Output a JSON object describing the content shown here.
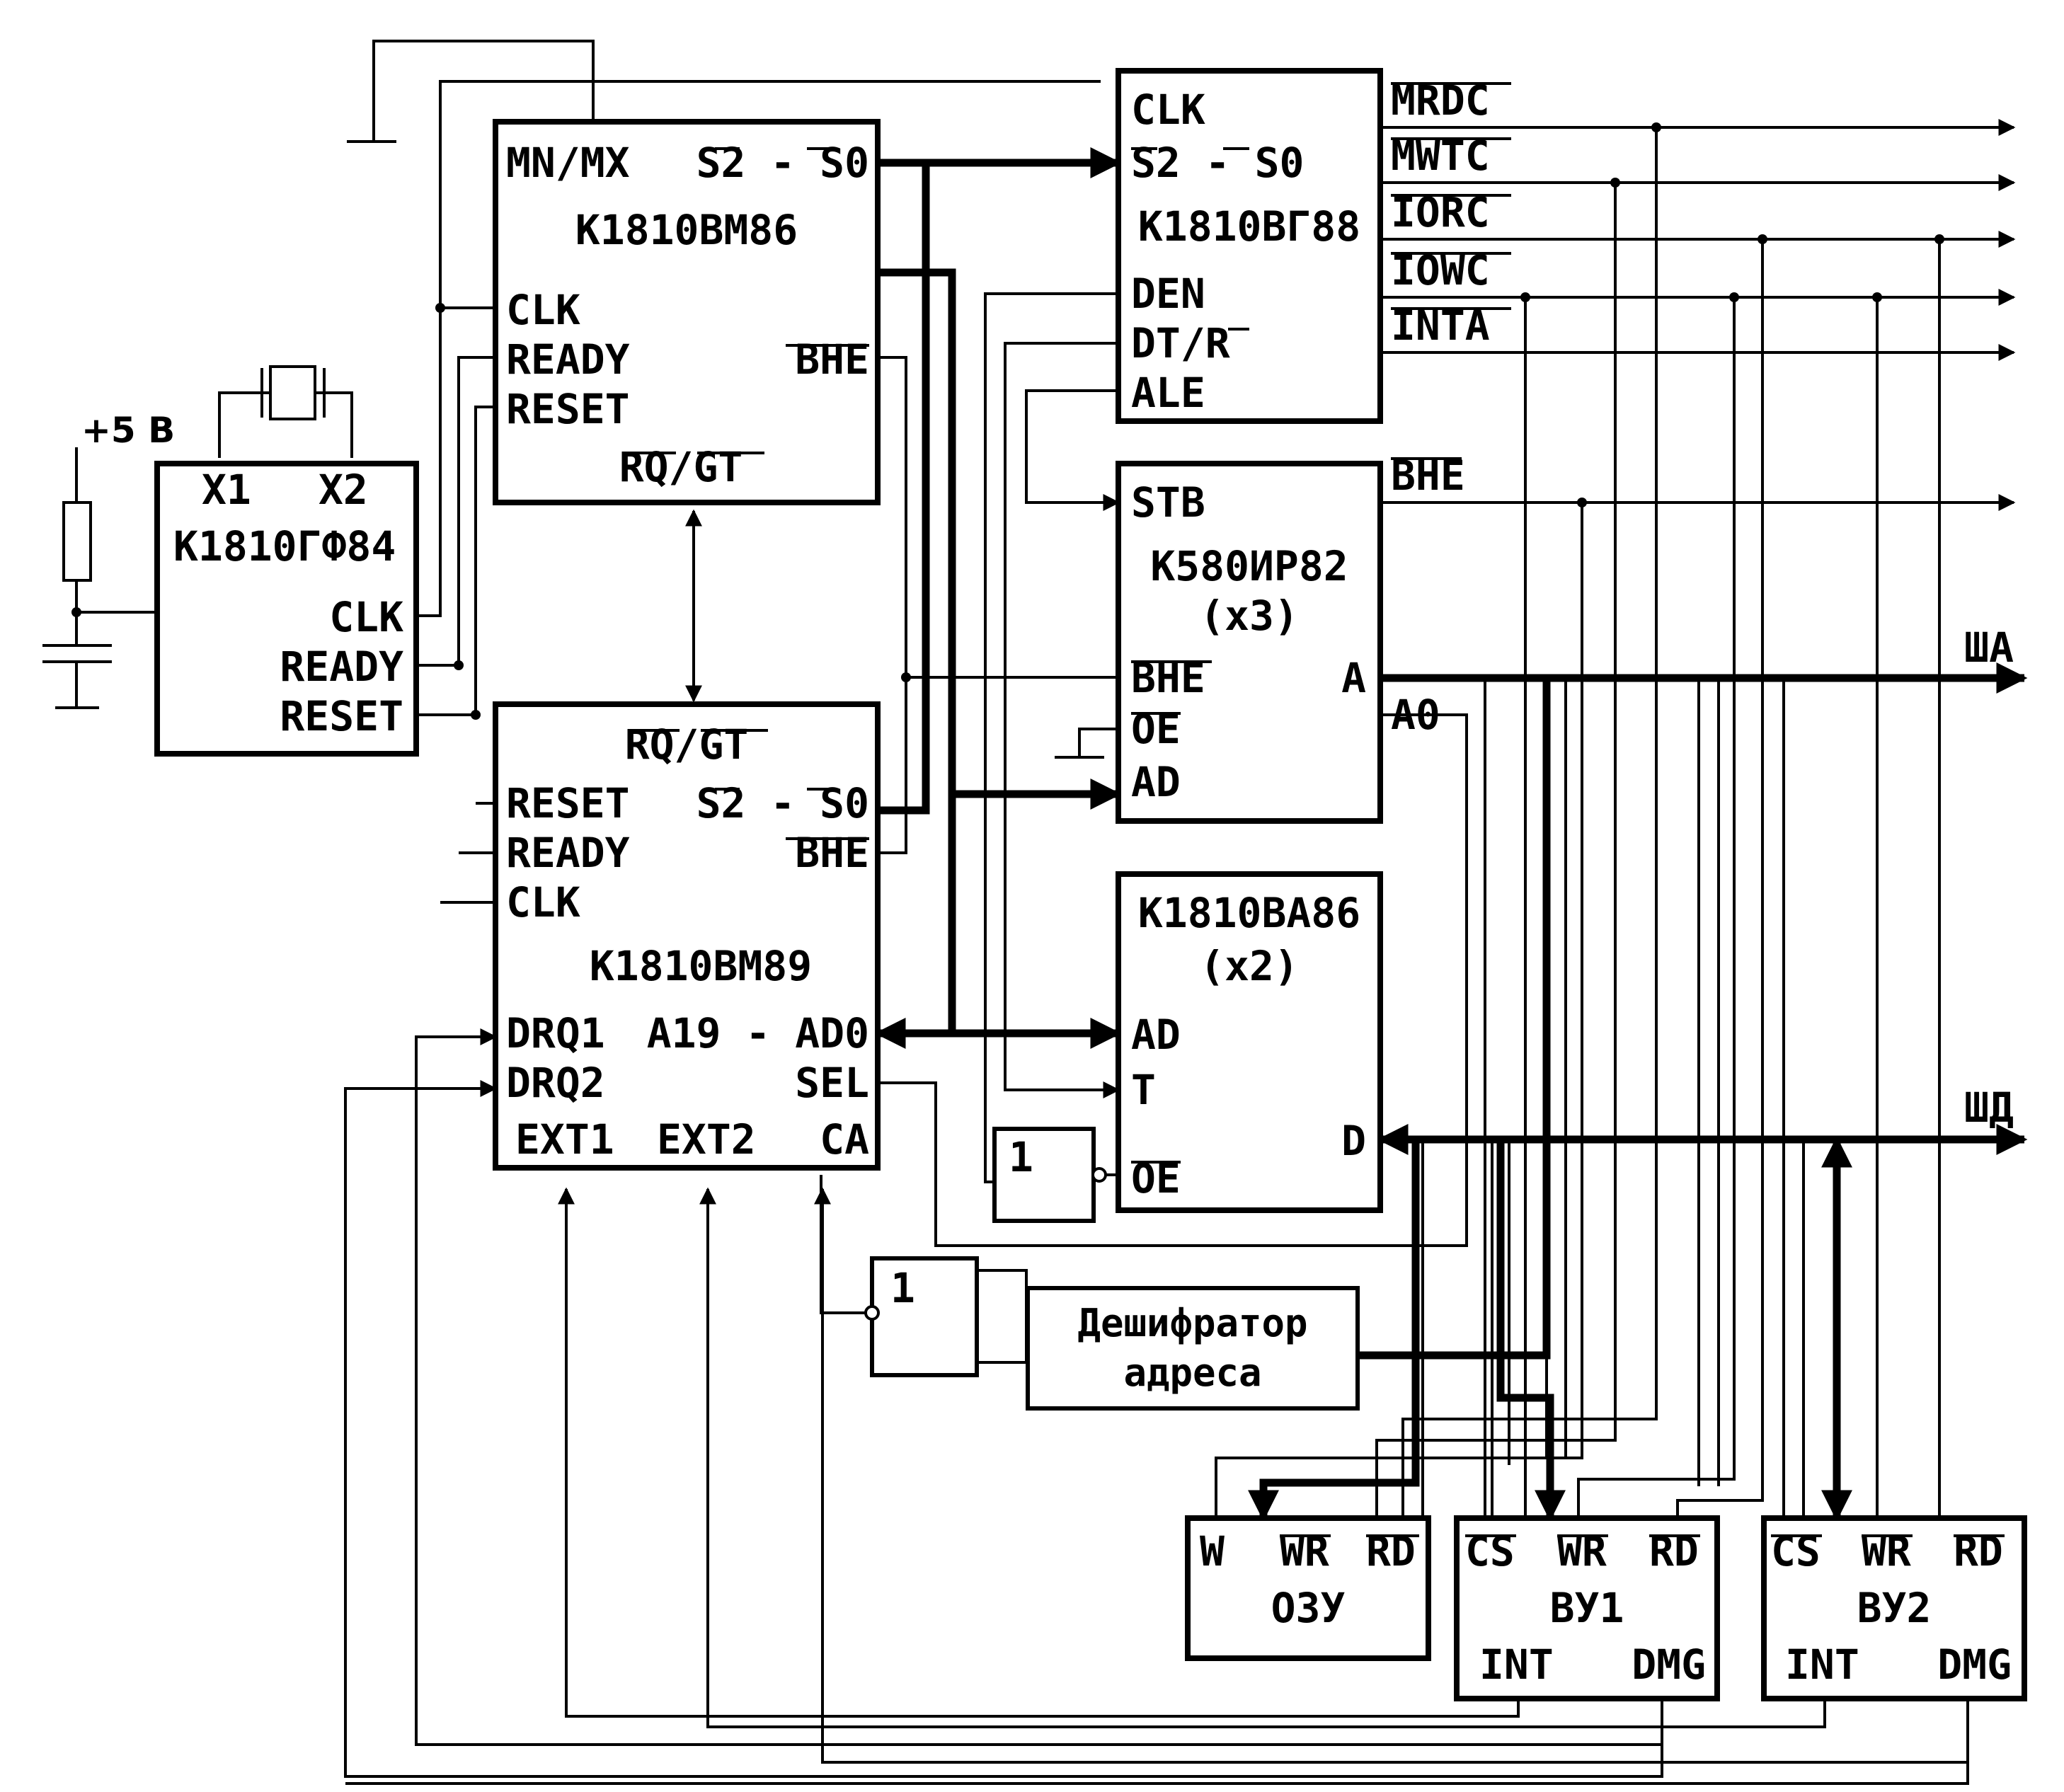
{
  "clock_gen": {
    "name": "К1810ГФ84",
    "x1": "X1",
    "x2": "X2",
    "clk": "CLK",
    "ready": "READY",
    "reset": "RESET",
    "supply": "+5 В"
  },
  "cpu": {
    "mnmx": "MN/MX",
    "s2s0": "S2 - S0",
    "name": "К1810ВМ86",
    "clk": "CLK",
    "ready": "READY",
    "bhe": "BHE",
    "reset": "RESET",
    "rqgt": "RQ/GT"
  },
  "bus_ctrl": {
    "clk": "CLK",
    "s2s0": "S2 - S0",
    "name": "К1810ВГ88",
    "den": "DEN",
    "dtr": "DT/R",
    "ale": "ALE"
  },
  "bus_cmds": [
    "MRDC",
    "MWTC",
    "IORC",
    "IOWC",
    "INTA"
  ],
  "bhe_out": "BHE",
  "latch": {
    "stb": "STB",
    "name": "К580ИР82",
    "mult": "(x3)",
    "bhe": "BHE",
    "a": "A",
    "oe": "OE",
    "ad": "AD",
    "a0": "A0"
  },
  "bus_labels": {
    "addr": "ША",
    "data": "ШД"
  },
  "iop": {
    "rqgt": "RQ/GT",
    "reset": "RESET",
    "s2s0": "S2 - S0",
    "ready": "READY",
    "bhe": "BHE",
    "clk": "CLK",
    "name": "К1810ВМ89",
    "drq1": "DRQ1",
    "a19": "A19 - AD0",
    "drq2": "DRQ2",
    "sel": "SEL",
    "ext1": "EXT1",
    "ext2": "EXT2",
    "ca": "CA"
  },
  "transceiver": {
    "name": "К1810ВА86",
    "mult": "(x2)",
    "ad": "AD",
    "t": "T",
    "oe": "OE",
    "d": "D"
  },
  "gate_label": "1",
  "decoder": {
    "line1": "Дешифратор",
    "line2": "адреса"
  },
  "ram": {
    "w": "W",
    "wr": "WR",
    "rd": "RD",
    "name": "ОЗУ"
  },
  "io1": {
    "cs": "CS",
    "wr": "WR",
    "rd": "RD",
    "name": "ВУ1",
    "int": "INT",
    "dmg": "DMG"
  },
  "io2": {
    "cs": "CS",
    "wr": "WR",
    "rd": "RD",
    "name": "ВУ2",
    "int": "INT",
    "dmg": "DMG"
  }
}
